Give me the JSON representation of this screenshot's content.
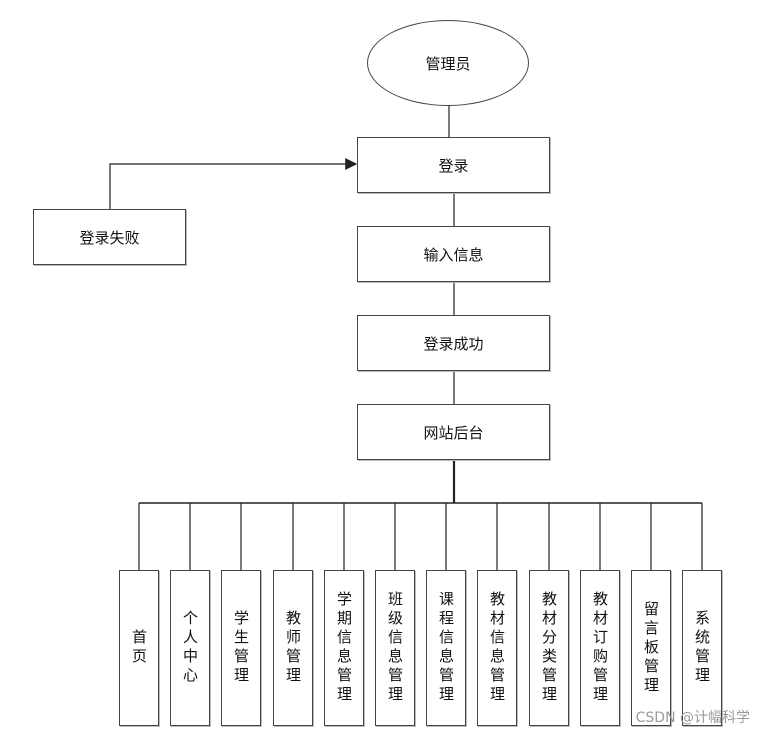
{
  "root": {
    "label": "管理员"
  },
  "flow": {
    "login": "登录",
    "login_failed": "登录失败",
    "input_info": "输入信息",
    "login_success": "登录成功",
    "backend": "网站后台"
  },
  "modules": [
    "首页",
    "个人中心",
    "学生管理",
    "教师管理",
    "学期信息管理",
    "班级信息管理",
    "课程信息管理",
    "教材信息管理",
    "教材分类管理",
    "教材订购管理",
    "留言板管理",
    "系统管理"
  ],
  "watermark": "CSDN @计幅科学"
}
